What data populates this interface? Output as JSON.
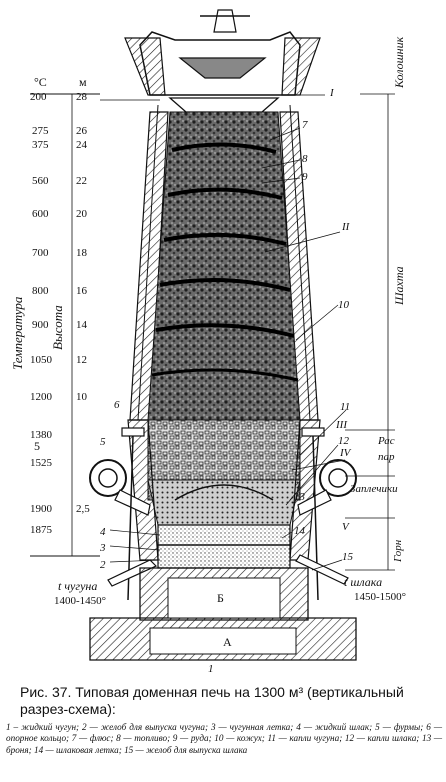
{
  "axes": {
    "temp_unit": "°C",
    "height_unit": "м",
    "temp_title": "Температура",
    "height_title": "Высота",
    "temp_ticks": [
      "200",
      "275",
      "375",
      "560",
      "600",
      "700",
      "800",
      "900",
      "1050",
      "1200",
      "1380",
      "1525",
      "1900",
      "1875"
    ],
    "height_ticks": [
      "28",
      "26",
      "24",
      "22",
      "20",
      "18",
      "16",
      "14",
      "12",
      "10",
      "5",
      "2,5"
    ]
  },
  "zones": {
    "top": "Колошник",
    "shaft": "Шахта",
    "bosh_a": "Рас",
    "bosh_b": "пар",
    "shoulder": "Заплечики",
    "hearth": "Горн"
  },
  "roman": [
    "I",
    "II",
    "III",
    "IV",
    "V"
  ],
  "markers": [
    "1",
    "2",
    "3",
    "4",
    "5",
    "6",
    "7",
    "8",
    "9",
    "10",
    "11",
    "12",
    "13",
    "14",
    "15",
    "Б",
    "А"
  ],
  "annotations": {
    "iron_t": "t чугуна",
    "iron_range": "1400-1450°",
    "slag_t": "t шлака",
    "slag_range": "1450-1500°"
  },
  "caption": {
    "title": "Рис. 37. Типовая доменная печь на 1300 м³ (вертикальный разрез-схема):",
    "legend": "1 – жидкий чугун; 2 — желоб для выпуска чугуна; 3 — чугунная летка; 4 — жидкий шлак; 5 — фурмы; 6 — опорное кольцо; 7 — флюс; 8 — топливо; 9 — руда; 10 — кожух; 11 — капли чугуна; 12 — капли шлака; 13 — броня; 14 — шлаковая летка; 15 — желоб для выпуска шлака"
  }
}
